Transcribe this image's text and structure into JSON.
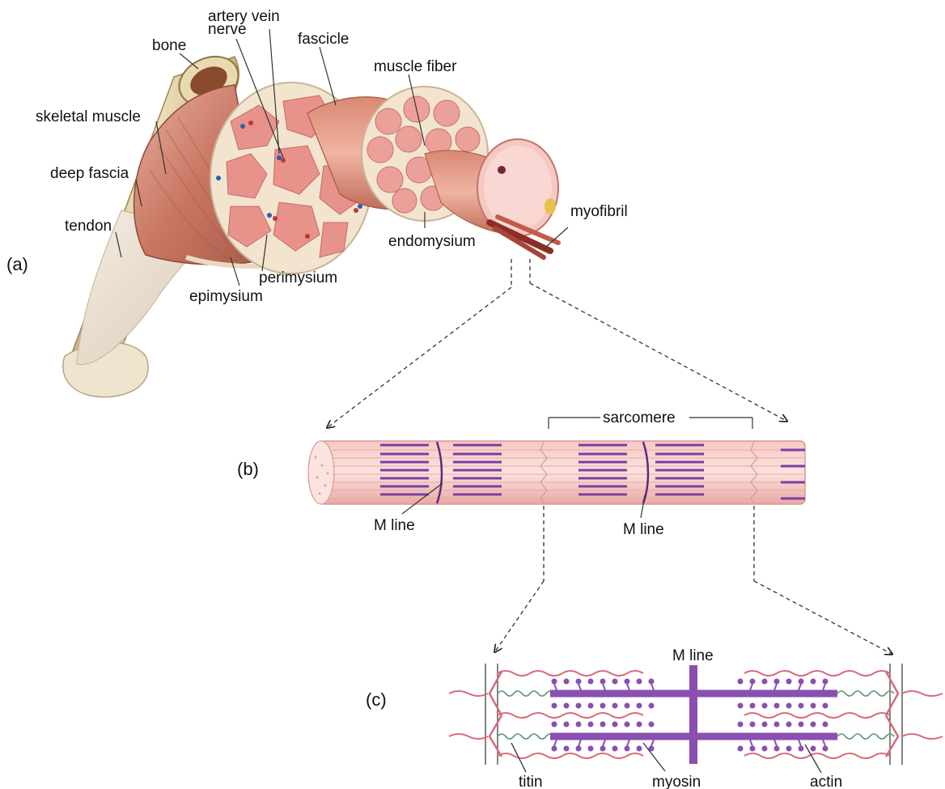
{
  "panels": {
    "a": "(a)",
    "b": "(b)",
    "c": "(c)"
  },
  "labels_a": {
    "bone": "bone",
    "artery_vein": "artery vein",
    "nerve": "nerve",
    "fascicle": "fascicle",
    "muscle_fiber": "muscle fiber",
    "skeletal_muscle": "skeletal muscle",
    "deep_fascia": "deep fascia",
    "tendon": "tendon",
    "myofibril": "myofibril",
    "endomysium": "endomysium",
    "perimysium": "perimysium",
    "epimysium": "epimysium"
  },
  "labels_b": {
    "sarcomere": "sarcomere",
    "m_line_left": "M line",
    "m_line_right": "M line"
  },
  "labels_c": {
    "m_line": "M line",
    "titin": "titin",
    "myosin": "myosin",
    "actin": "actin"
  },
  "colors": {
    "muscle": "#d98c7a",
    "muscle_dark": "#b5614f",
    "fascicle_fill": "#e58f8c",
    "connective": "#f3e7d5",
    "bone": "#e6d5a8",
    "myofibril_pink": "#f5b8b8",
    "myosin_purple": "#8a4fb0",
    "actin_red": "#d86b7a",
    "titin_green": "#6aa07a"
  }
}
